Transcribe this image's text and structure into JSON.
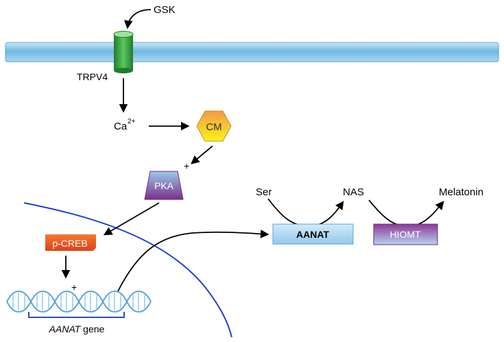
{
  "diagram": {
    "nodes": {
      "gsk": "GSK",
      "trpv4": "TRPV4",
      "calcium": "Ca",
      "calcium_sup": "2+",
      "cm": "CM",
      "pka": "PKA",
      "pcreb": "p-CREB",
      "ser": "Ser",
      "nas": "NAS",
      "melatonin": "Melatonin",
      "aanat": "AANAT",
      "hiomt": "HIOMT",
      "gene_italic": "AANAT",
      "gene_suffix": " gene"
    },
    "signs": {
      "cm_to_pka": "+",
      "pcreb_to_gene": "+"
    }
  },
  "colors": {
    "membrane": "#7cc3e8",
    "channel": "#3aa845",
    "cm_top": "#f5a04a",
    "cm_bottom": "#f7f21a",
    "pka": "#8b3a96",
    "pcreb": "#e84a1e",
    "aanat_box": "#a9d4f0",
    "hiomt": "#7d3389",
    "nuclear_envelope": "#1f3fd6",
    "dna": "#5aa6d6",
    "gene_bracket": "#2a4fc0"
  }
}
